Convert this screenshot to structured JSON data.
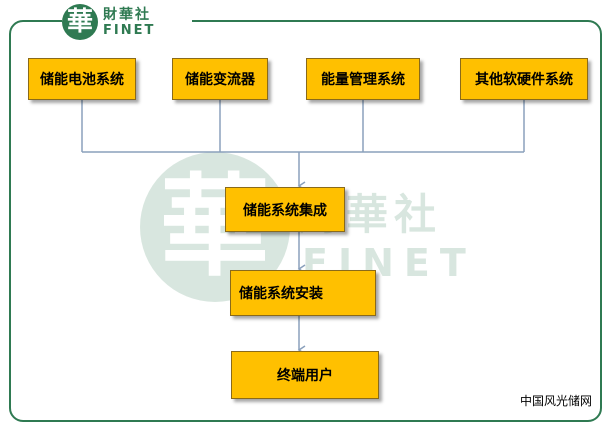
{
  "logo": {
    "seal_char": "華",
    "name_cn": "財華社",
    "name_en": "FINET"
  },
  "watermark": {
    "seal_char": "華",
    "name_cn": "財華社",
    "name_en": "FINET"
  },
  "nodes": {
    "battery": "储能电池系统",
    "pcs": "储能变流器",
    "ems": "能量管理系统",
    "other": "其他软硬件系统",
    "integrate": "储能系统集成",
    "install": "储能系统安装",
    "end_user": "终端用户"
  },
  "credit": "中国风光储网",
  "colors": {
    "box_fill": "#ffc000",
    "box_border": "#8a6a1a",
    "frame": "#2f7a52",
    "connector": "#8aa0bc"
  }
}
